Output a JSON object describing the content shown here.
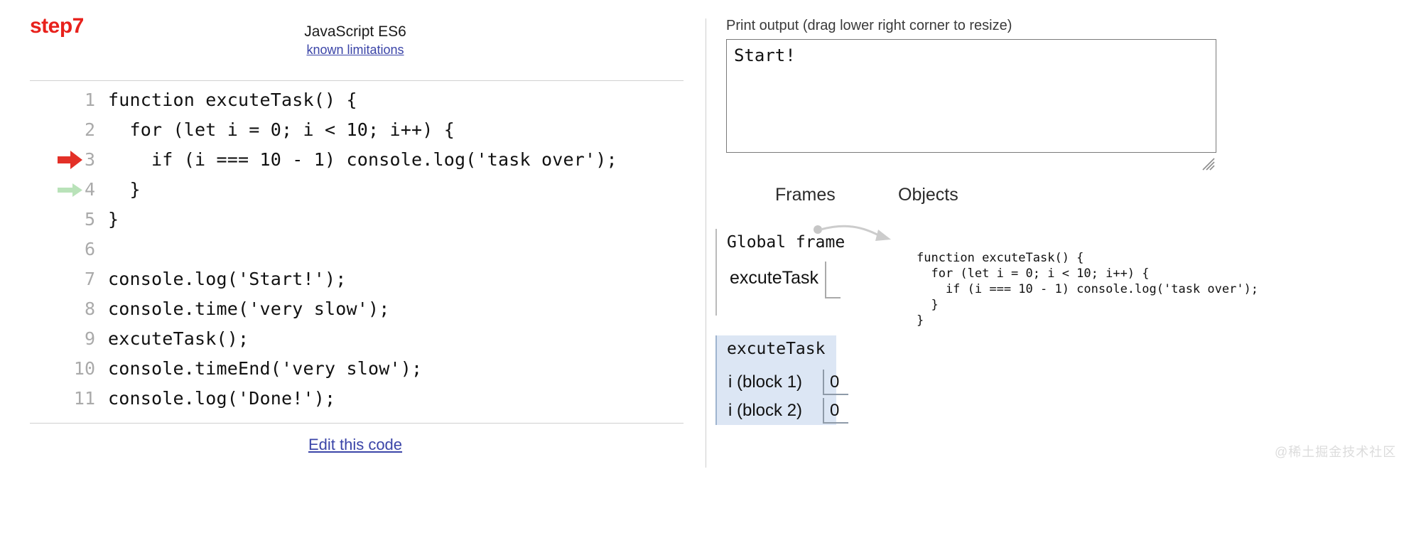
{
  "step": {
    "label": "step7"
  },
  "language": {
    "name": "JavaScript ES6",
    "limitations_link": "known limitations"
  },
  "editor": {
    "edit_link": "Edit this code",
    "lines": [
      {
        "number": "1",
        "text": "function excuteTask() {",
        "arrow": "none"
      },
      {
        "number": "2",
        "text": "  for (let i = 0; i < 10; i++) {",
        "arrow": "red"
      },
      {
        "number": "3",
        "text": "    if (i === 10 - 1) console.log('task over');",
        "arrow": "green"
      },
      {
        "number": "4",
        "text": "  }",
        "arrow": "none"
      },
      {
        "number": "5",
        "text": "}",
        "arrow": "none"
      },
      {
        "number": "6",
        "text": "",
        "arrow": "none"
      },
      {
        "number": "7",
        "text": "console.log('Start!');",
        "arrow": "none"
      },
      {
        "number": "8",
        "text": "console.time('very slow');",
        "arrow": "none"
      },
      {
        "number": "9",
        "text": "excuteTask();",
        "arrow": "none"
      },
      {
        "number": "10",
        "text": "console.timeEnd('very slow');",
        "arrow": "none"
      },
      {
        "number": "11",
        "text": "console.log('Done!');",
        "arrow": "none"
      }
    ]
  },
  "output": {
    "label": "Print output (drag lower right corner to resize)",
    "text": "Start!"
  },
  "viz": {
    "frames_heading": "Frames",
    "objects_heading": "Objects",
    "global_frame": {
      "title": "Global frame",
      "variable_name": "excuteTask"
    },
    "exec_frame": {
      "title": "excuteTask",
      "rows": [
        {
          "name": "i (block 1)",
          "value": "0"
        },
        {
          "name": "i (block 2)",
          "value": "0"
        }
      ]
    },
    "object_function_source": "function excuteTask() {\n  for (let i = 0; i < 10; i++) {\n    if (i === 10 - 1) console.log('task over');\n  }\n}"
  },
  "watermark": {
    "text": "@稀土掘金技术社区"
  },
  "colors": {
    "step_red": "#e8211c",
    "link_blue": "#3b45a8",
    "arrow_red": "#e33027",
    "arrow_green": "#b9e2b9",
    "frame_highlight": "#dce6f4"
  }
}
